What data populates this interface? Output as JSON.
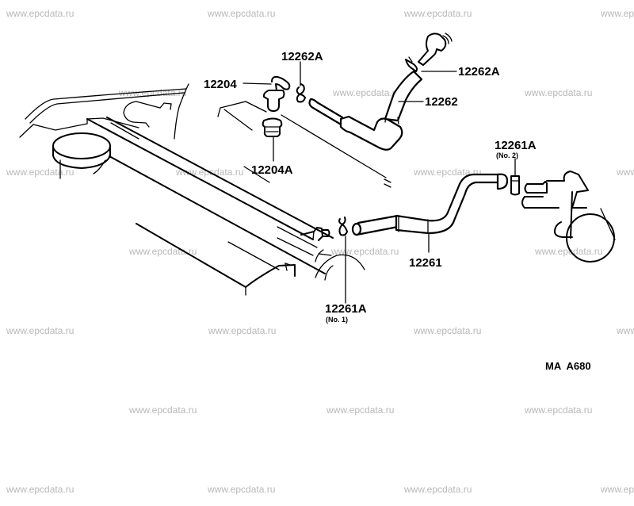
{
  "diagram": {
    "watermark": "www.epcdata.ru",
    "figure_code": "MA  A680",
    "callouts": [
      {
        "id": "12262A-top",
        "label": "12262A",
        "sub": ""
      },
      {
        "id": "12262A-right",
        "label": "12262A",
        "sub": ""
      },
      {
        "id": "12204",
        "label": "12204",
        "sub": ""
      },
      {
        "id": "12262",
        "label": "12262",
        "sub": ""
      },
      {
        "id": "12204A",
        "label": "12204A",
        "sub": ""
      },
      {
        "id": "12261A-no2",
        "label": "12261A",
        "sub": "(No. 2)"
      },
      {
        "id": "12261",
        "label": "12261",
        "sub": ""
      },
      {
        "id": "12261A-no1",
        "label": "12261A",
        "sub": "(No. 1)"
      }
    ]
  }
}
